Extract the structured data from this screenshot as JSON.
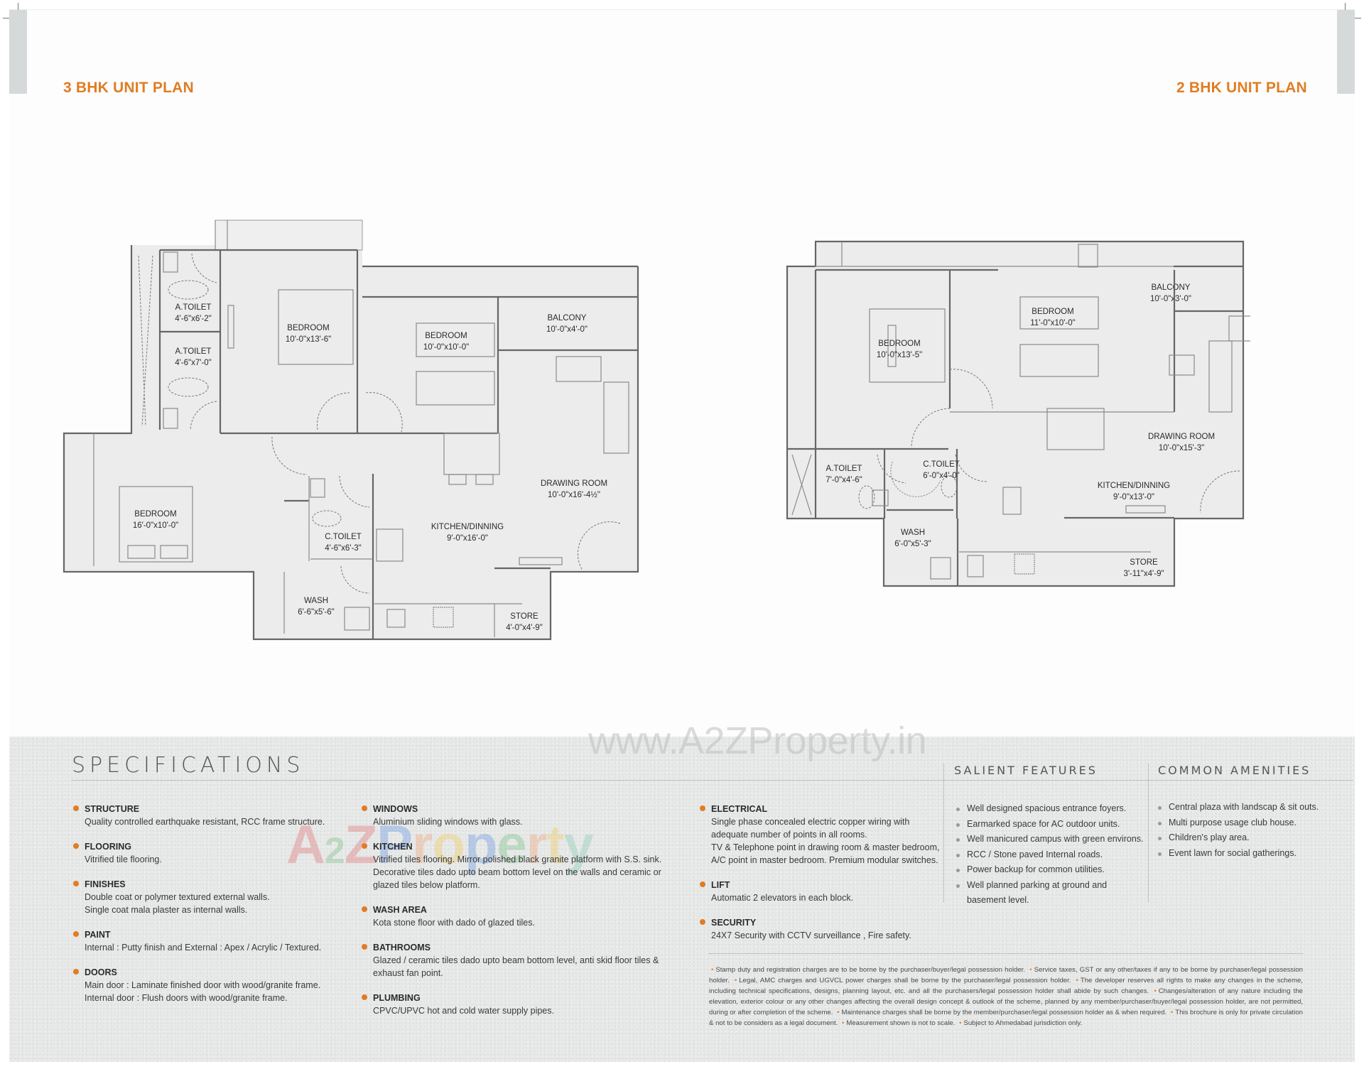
{
  "left_plan": {
    "title": "3 BHK UNIT PLAN",
    "rooms": [
      {
        "name": "A.TOILET",
        "size": "4'-6\"x6'-2\""
      },
      {
        "name": "A.TOILET",
        "size": "4'-6\"x7'-0\""
      },
      {
        "name": "BEDROOM",
        "size": "10'-0\"x13'-6\""
      },
      {
        "name": "BEDROOM",
        "size": "10'-0\"x10'-0\""
      },
      {
        "name": "BALCONY",
        "size": "10'-0\"x4'-0\""
      },
      {
        "name": "DRAWING ROOM",
        "size": "10'-0\"x16'-4½\""
      },
      {
        "name": "BEDROOM",
        "size": "16'-0\"x10'-0\""
      },
      {
        "name": "C.TOILET",
        "size": "4'-6\"x6'-3\""
      },
      {
        "name": "KITCHEN/DINNING",
        "size": "9'-0\"x16'-0\""
      },
      {
        "name": "WASH",
        "size": "6'-6\"x5'-6\""
      },
      {
        "name": "STORE",
        "size": "4'-0\"x4'-9\""
      }
    ]
  },
  "right_plan": {
    "title": "2 BHK UNIT PLAN",
    "rooms": [
      {
        "name": "BALCONY",
        "size": "10'-0\"x3'-0\""
      },
      {
        "name": "BEDROOM",
        "size": "11'-0\"x10'-0\""
      },
      {
        "name": "BEDROOM",
        "size": "10'-0\"x13'-5\""
      },
      {
        "name": "DRAWING ROOM",
        "size": "10'-0\"x15'-3\""
      },
      {
        "name": "A.TOILET",
        "size": "7'-0\"x4'-6\""
      },
      {
        "name": "C.TOILET",
        "size": "6'-0\"x4'-0\""
      },
      {
        "name": "KITCHEN/DINNING",
        "size": "9'-0\"x13'-0\""
      },
      {
        "name": "WASH",
        "size": "6'-0\"x5'-3\""
      },
      {
        "name": "STORE",
        "size": "3'-11\"x4'-9\""
      }
    ]
  },
  "watermark": {
    "url": "www.A2ZProperty.in",
    "logo_letters": [
      "A",
      "2",
      "Z",
      "P",
      "r",
      "o",
      "p",
      "e",
      "r",
      "t",
      "y"
    ]
  },
  "specifications": {
    "heading": "SPECIFICATIONS",
    "columns": [
      [
        {
          "title": "STRUCTURE",
          "lines": [
            "Quality controlled earthquake resistant, RCC frame structure."
          ]
        },
        {
          "title": "FLOORING",
          "lines": [
            "Vitrified tile flooring."
          ]
        },
        {
          "title": "FINISHES",
          "lines": [
            "Double coat or polymer textured external walls.",
            "Single coat mala plaster as internal walls."
          ]
        },
        {
          "title": "PAINT",
          "lines": [
            "Internal : Putty finish and External : Apex / Acrylic / Textured."
          ]
        },
        {
          "title": "DOORS",
          "lines": [
            "Main door : Laminate finished door with wood/granite frame.",
            "Internal door :  Flush doors with wood/granite frame."
          ]
        }
      ],
      [
        {
          "title": "WINDOWS",
          "lines": [
            "Aluminium sliding windows with glass."
          ]
        },
        {
          "title": "KITCHEN",
          "lines": [
            "Vitrified tiles flooring. Mirror  polished black granite platform with S.S. sink.",
            "Decorative tiles dado upto beam bottom level on the walls and ceramic or",
            "glazed tiles below platform."
          ]
        },
        {
          "title": "WASH AREA",
          "lines": [
            "Kota stone floor with dado of glazed tiles."
          ]
        },
        {
          "title": "BATHROOMS",
          "lines": [
            "Glazed / ceramic tiles dado upto beam bottom level, anti skid floor tiles &",
            "exhaust fan point."
          ]
        },
        {
          "title": "PLUMBING",
          "lines": [
            "CPVC/UPVC hot and cold water supply pipes."
          ]
        }
      ],
      [
        {
          "title": "ELECTRICAL",
          "lines": [
            "Single phase concealed electric copper wiring with",
            "adequate number of points in all rooms.",
            "TV & Telephone point in drawing room & master bedroom,",
            "A/C point in master bedroom. Premium modular switches."
          ]
        },
        {
          "title": "LIFT",
          "lines": [
            "Automatic 2 elevators in each block."
          ]
        },
        {
          "title": "SECURITY",
          "lines": [
            "24X7 Security with CCTV surveillance , Fire safety."
          ]
        }
      ]
    ]
  },
  "salient_features": {
    "heading": "SALIENT FEATURES",
    "items": [
      "Well designed spacious entrance foyers.",
      "Earmarked space for AC outdoor units.",
      "Well manicured campus with green environs.",
      "RCC / Stone paved Internal roads.",
      "Power backup for common utilities.",
      "Well planned parking at ground and",
      "basement level."
    ]
  },
  "common_amenities": {
    "heading": "COMMON AMENITIES",
    "items": [
      "Central plaza with landscap & sit outs.",
      "Multi purpose usage club house.",
      "Children's play area.",
      "Event lawn for social gatherings."
    ]
  },
  "disclaimer": {
    "items": [
      "Stamp duty and registration charges are to be borne by the purchaser/buyer/legal possession holder.",
      "Service taxes, GST or any other/taxes if any to be borne by purchaser/legal possession holder.",
      "Legal, AMC charges and UGVCL power charges shall be borne by the purchaser/legal possession holder.",
      "The developer reserves all rights to make any changes in the scheme, including technical specifications, designs, planning layout, etc. and all the purchasers/legal possession holder shall abide by such changes.",
      "Changes/alteration of any nature including the elevation, exterior colour or any other changes affecting the overall design concept & outlook of the scheme, planned by any member/purchaser/buyer/legal possession holder, are not permitted, during or after completion of the scheme.",
      "Maintenance charges shall  be borne by the member/purchaser/legal possession holder as & when required.",
      "This brochure is only for private circulation & not to be considers as a legal document.",
      "Measurement shown is not to scale.",
      "Subject to Ahmedabad jurisdiction only."
    ]
  },
  "colors": {
    "accent": "#e07d24",
    "side_tab": "#d6d9da",
    "spec_bg": "#e8e9e9",
    "text": "#333333"
  }
}
